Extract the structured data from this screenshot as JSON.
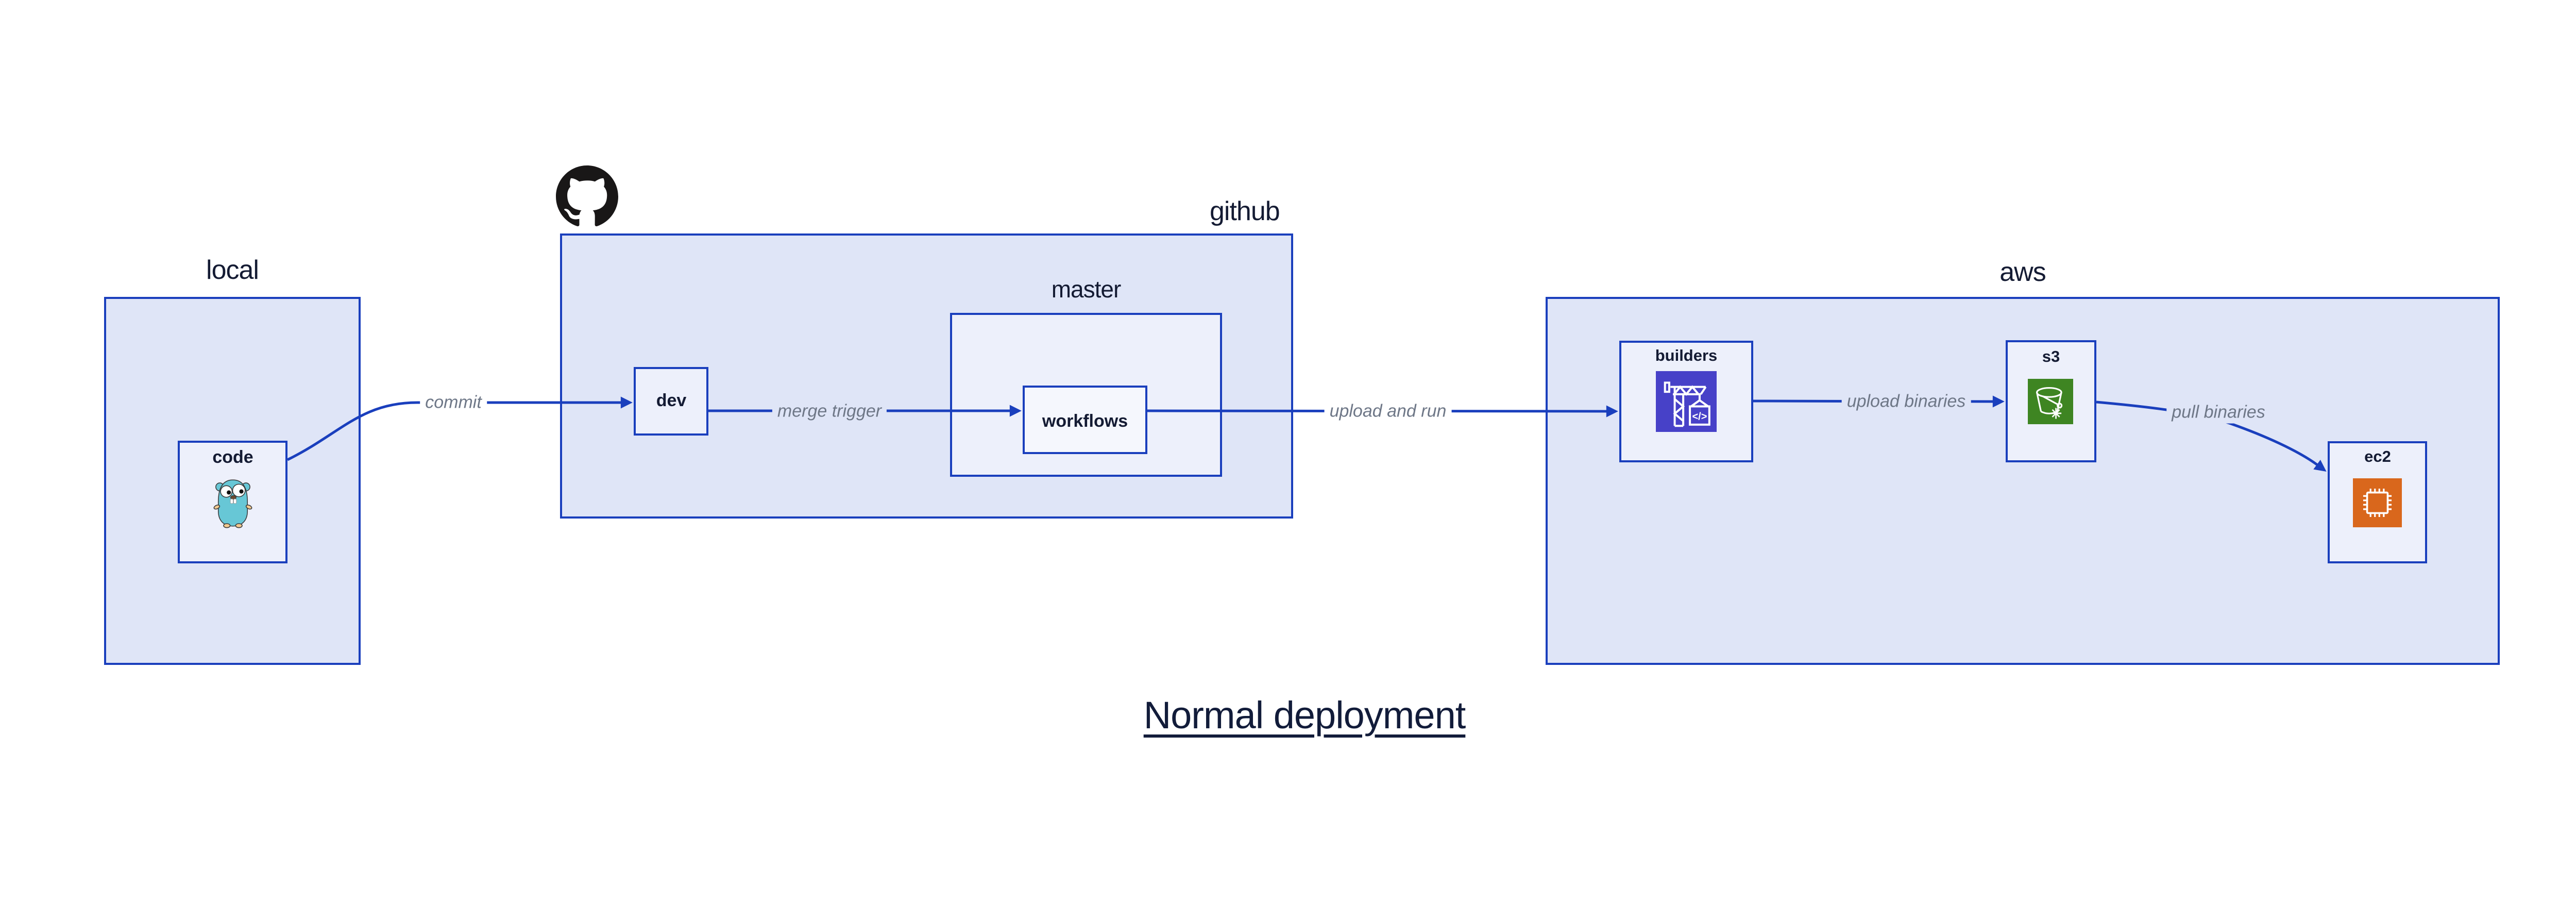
{
  "title": {
    "text": "Normal deployment"
  },
  "groups": {
    "local": {
      "label": "local"
    },
    "github": {
      "label": "github"
    },
    "master": {
      "label": "master"
    },
    "aws": {
      "label": "aws"
    }
  },
  "nodes": {
    "code": {
      "label": "code",
      "icon": "go-gopher-icon"
    },
    "dev": {
      "label": "dev"
    },
    "workflows": {
      "label": "workflows"
    },
    "builders": {
      "label": "builders",
      "icon": "codebuild-crane-icon"
    },
    "s3": {
      "label": "s3",
      "icon": "s3-bucket-icon"
    },
    "ec2": {
      "label": "ec2",
      "icon": "ec2-chip-icon"
    }
  },
  "edges": {
    "commit": {
      "label": "commit",
      "from": "code",
      "to": "dev"
    },
    "merge_trigger": {
      "label": "merge trigger",
      "from": "dev",
      "to": "workflows"
    },
    "upload_and_run": {
      "label": "upload and run",
      "from": "workflows",
      "to": "builders"
    },
    "upload_binaries": {
      "label": "upload binaries",
      "from": "builders",
      "to": "s3"
    },
    "pull_binaries": {
      "label": "pull binaries",
      "from": "s3",
      "to": "ec2"
    }
  },
  "icons": {
    "octocat": "github-octocat-icon",
    "gopher": "go-gopher-icon",
    "codebuild": "codebuild-crane-icon",
    "s3": "s3-bucket-icon",
    "ec2": "ec2-chip-icon"
  },
  "colors": {
    "stroke_blue": "#1a3fbd",
    "box_fill_outer": "#dfe5f7",
    "box_fill_mid": "#edf0fb",
    "box_fill_inner": "#f5f7fd",
    "text_dark": "#141b33",
    "edge_label_gray": "#6e7787",
    "codebuild_bg": "#4741c8",
    "s3_bg": "#3e8522",
    "ec2_bg": "#d9671c",
    "octocat_black": "#191717",
    "gopher_teal": "#67c7d6"
  }
}
